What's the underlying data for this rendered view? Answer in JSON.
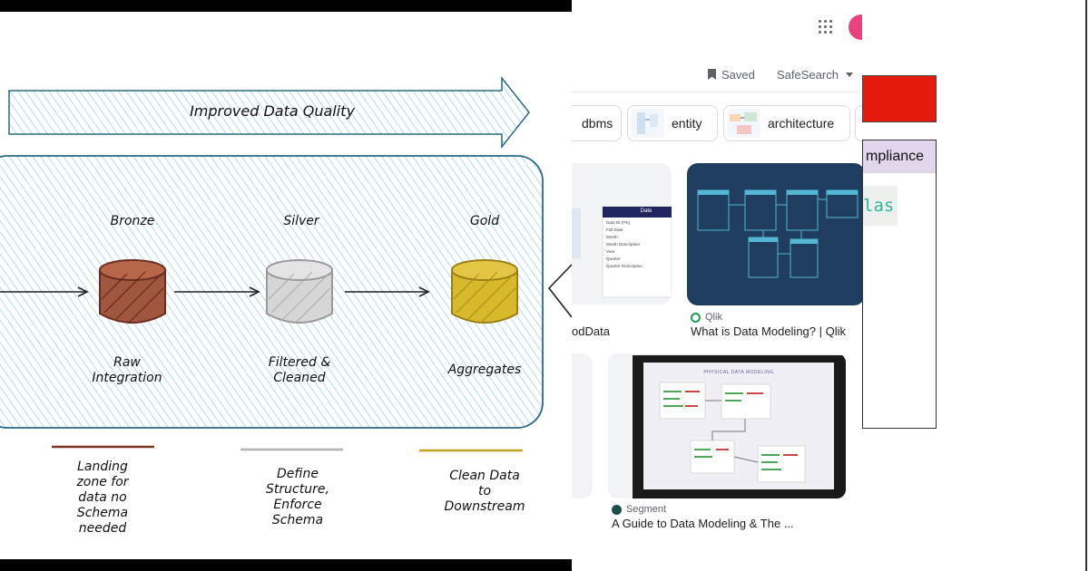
{
  "diagram": {
    "banner_label": "Improved Data Quality",
    "tiers": [
      {
        "name": "Bronze",
        "description": "Raw\nIntegration",
        "note": "Landing\nzone for\ndata no\nSchema\nneeded",
        "color": "#7a3424"
      },
      {
        "name": "Silver",
        "description": "Filtered &\nCleaned",
        "note": "Define\nStructure,\nEnforce\nSchema",
        "color": "#b5b5b5"
      },
      {
        "name": "Gold",
        "description": "Aggregates",
        "note": "Clean Data\nto\nDownstream",
        "color": "#bfa21e"
      }
    ],
    "hatch_color": "#8ec5de",
    "frame_color": "#2a6a82"
  },
  "search": {
    "saved_label": "Saved",
    "safesearch_label": "SafeSearch",
    "chips": [
      {
        "label": "dbms"
      },
      {
        "label": "entity"
      },
      {
        "label": "architecture"
      }
    ],
    "results": [
      {
        "title": "odData",
        "table_title": "Date",
        "table_rows": [
          "Date ID (PK)",
          "Full Date",
          "Month",
          "Month Description",
          "Year",
          "Quarter",
          "Quarter Description"
        ]
      },
      {
        "source": "Qlik",
        "title": "What is Data Modeling? | Qlik",
        "bg": "#1f3e5f"
      },
      {
        "source": "Segment",
        "title": "A Guide to Data Modeling & The ...",
        "inner_heading": "PHYSICAL DATA MODELING"
      }
    ],
    "icons": {
      "apps": "apps-grid-icon",
      "saved": "bookmark-icon",
      "safesearch": "chevron-down-icon"
    }
  },
  "right_page": {
    "tab_label": "mpliance",
    "code_text": "las",
    "accent": "#e51b0f"
  }
}
